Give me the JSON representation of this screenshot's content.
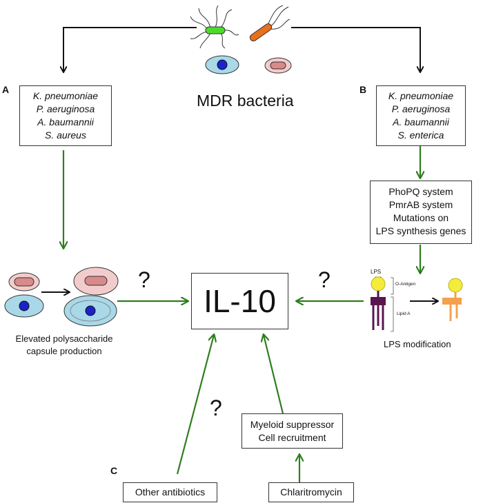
{
  "center_label": "MDR bacteria",
  "il10_label": "IL-10",
  "panels": {
    "a": "A",
    "b": "B",
    "c": "C"
  },
  "left_species": [
    "K. pneumoniae",
    "P. aeruginosa",
    "A. baumannii",
    "S. aureus"
  ],
  "right_species": [
    "K. pneumoniae",
    "P. aeruginosa",
    "A. baumannii",
    "S. enterica"
  ],
  "right_mechanisms": [
    "PhoPQ system",
    "PmrAB system",
    "Mutations on",
    "LPS synthesis genes"
  ],
  "capsule_caption": [
    "Elevated polysaccharide",
    "capsule production"
  ],
  "lps": {
    "label": "LPS",
    "o_antigen": "O-Antigen",
    "lipid_a": "Lipid A",
    "caption": "LPS modification"
  },
  "question_mark": "?",
  "myeloid_box": [
    "Myeloid suppressor",
    "Cell recruitment"
  ],
  "other_antibiotics": "Other antibiotics",
  "clarithromycin": "Chlaritromycin",
  "colors": {
    "green_arrow": "#2e7d1e",
    "black_arrow": "#111111",
    "cell_blue": "#a9d8e8",
    "nucleus": "#1a23c9",
    "cell_pink": "#f2cccc",
    "inner_pink": "#d98a8a",
    "lps_purple": "#5a1450",
    "lps_yellow": "#f3ec3a",
    "lps_orange": "#f5a04a",
    "bact_green": "#4ddb2a",
    "bact_orange": "#e8701c"
  }
}
